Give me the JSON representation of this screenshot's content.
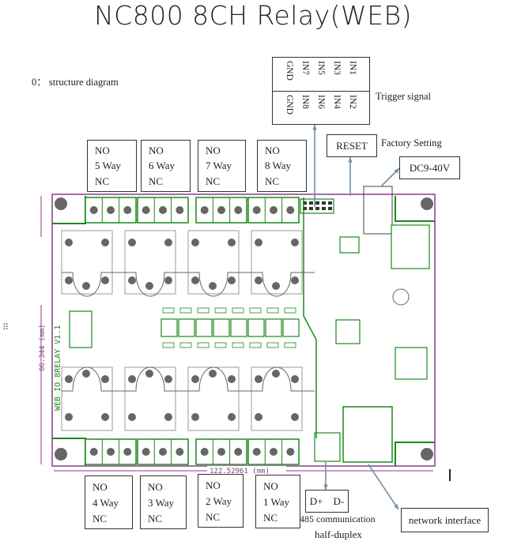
{
  "title": "NC800  8CH Relay(WEB)",
  "section_label": "0：  structure diagram",
  "trigger": {
    "row1": [
      "GND",
      "IN7",
      "IN5",
      "IN3",
      "IN1"
    ],
    "row2": [
      "GND",
      "IN8",
      "IN6",
      "IN4",
      "IN2"
    ],
    "label": "Trigger signal"
  },
  "reset": {
    "label": "RESET",
    "note": "Factory Setting"
  },
  "power": {
    "label": "DC9-40V"
  },
  "top_relays": [
    {
      "no": "NO",
      "way": "5 Way",
      "nc": "NC"
    },
    {
      "no": "NO",
      "way": "6 Way",
      "nc": "NC"
    },
    {
      "no": "NO",
      "way": "7 Way",
      "nc": "NC"
    },
    {
      "no": "NO",
      "way": "8 Way",
      "nc": "NC"
    }
  ],
  "bottom_relays": [
    {
      "no": "NO",
      "way": "4 Way",
      "nc": "NC"
    },
    {
      "no": "NO",
      "way": "3 Way",
      "nc": "NC"
    },
    {
      "no": "NO",
      "way": "2 Way",
      "nc": "NC"
    },
    {
      "no": "NO",
      "way": "1 Way",
      "nc": "NC"
    }
  ],
  "rs485": {
    "label": "D+    D-",
    "note1": "485 communication",
    "note2": "half-duplex"
  },
  "network": {
    "label": "network interface"
  },
  "pcb": {
    "silkscreen": "WEB_IO_8RELAY V1.1",
    "width_dim": "122.52961 (mm)",
    "height_dim": "86.344 (mm)",
    "colors": {
      "outline": "#8b3a8b",
      "copper": "#1a8a1a",
      "pad": "#666666",
      "arrow": "#6f8fa8"
    }
  }
}
